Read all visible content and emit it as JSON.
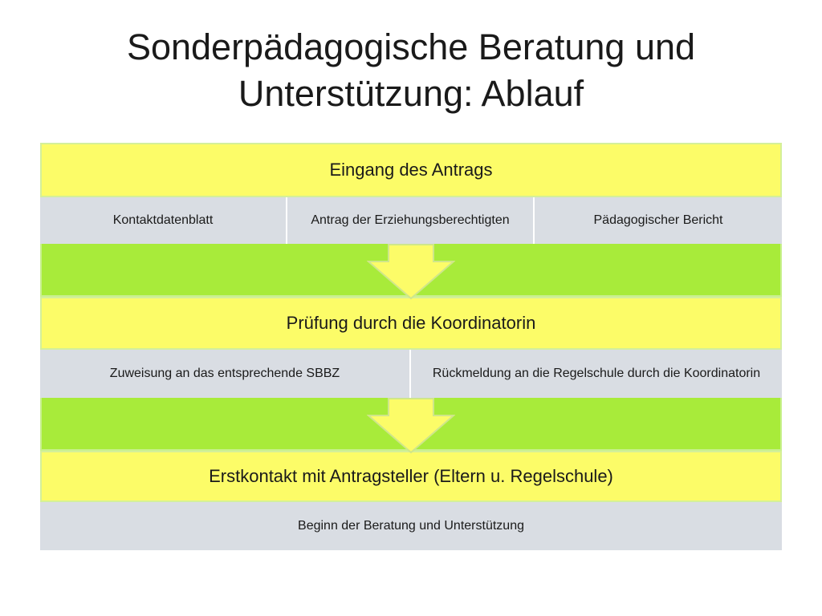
{
  "title_line1": "Sonderpädagogische Beratung und",
  "title_line2": "Unterstützung: Ablauf",
  "steps": [
    {
      "header": "Eingang des Antrags",
      "items": [
        "Kontaktdatenblatt",
        "Antrag der Erziehungsberechtigten",
        "Pädagogischer Bericht"
      ]
    },
    {
      "header": "Prüfung durch die Koordinatorin",
      "items": [
        "Zuweisung an das entsprechende SBBZ",
        "Rückmeldung an die Regelschule durch die Koordinatorin"
      ]
    },
    {
      "header": "Erstkontakt mit Antragsteller (Eltern u. Regelschule)",
      "items": [
        "Beginn der Beratung und Unterstützung"
      ]
    }
  ],
  "colors": {
    "header_fill": "#fcfc68",
    "band_fill": "#a8eb3a",
    "cell_fill": "#d9dde3",
    "arrow_fill": "#fcfc68"
  }
}
